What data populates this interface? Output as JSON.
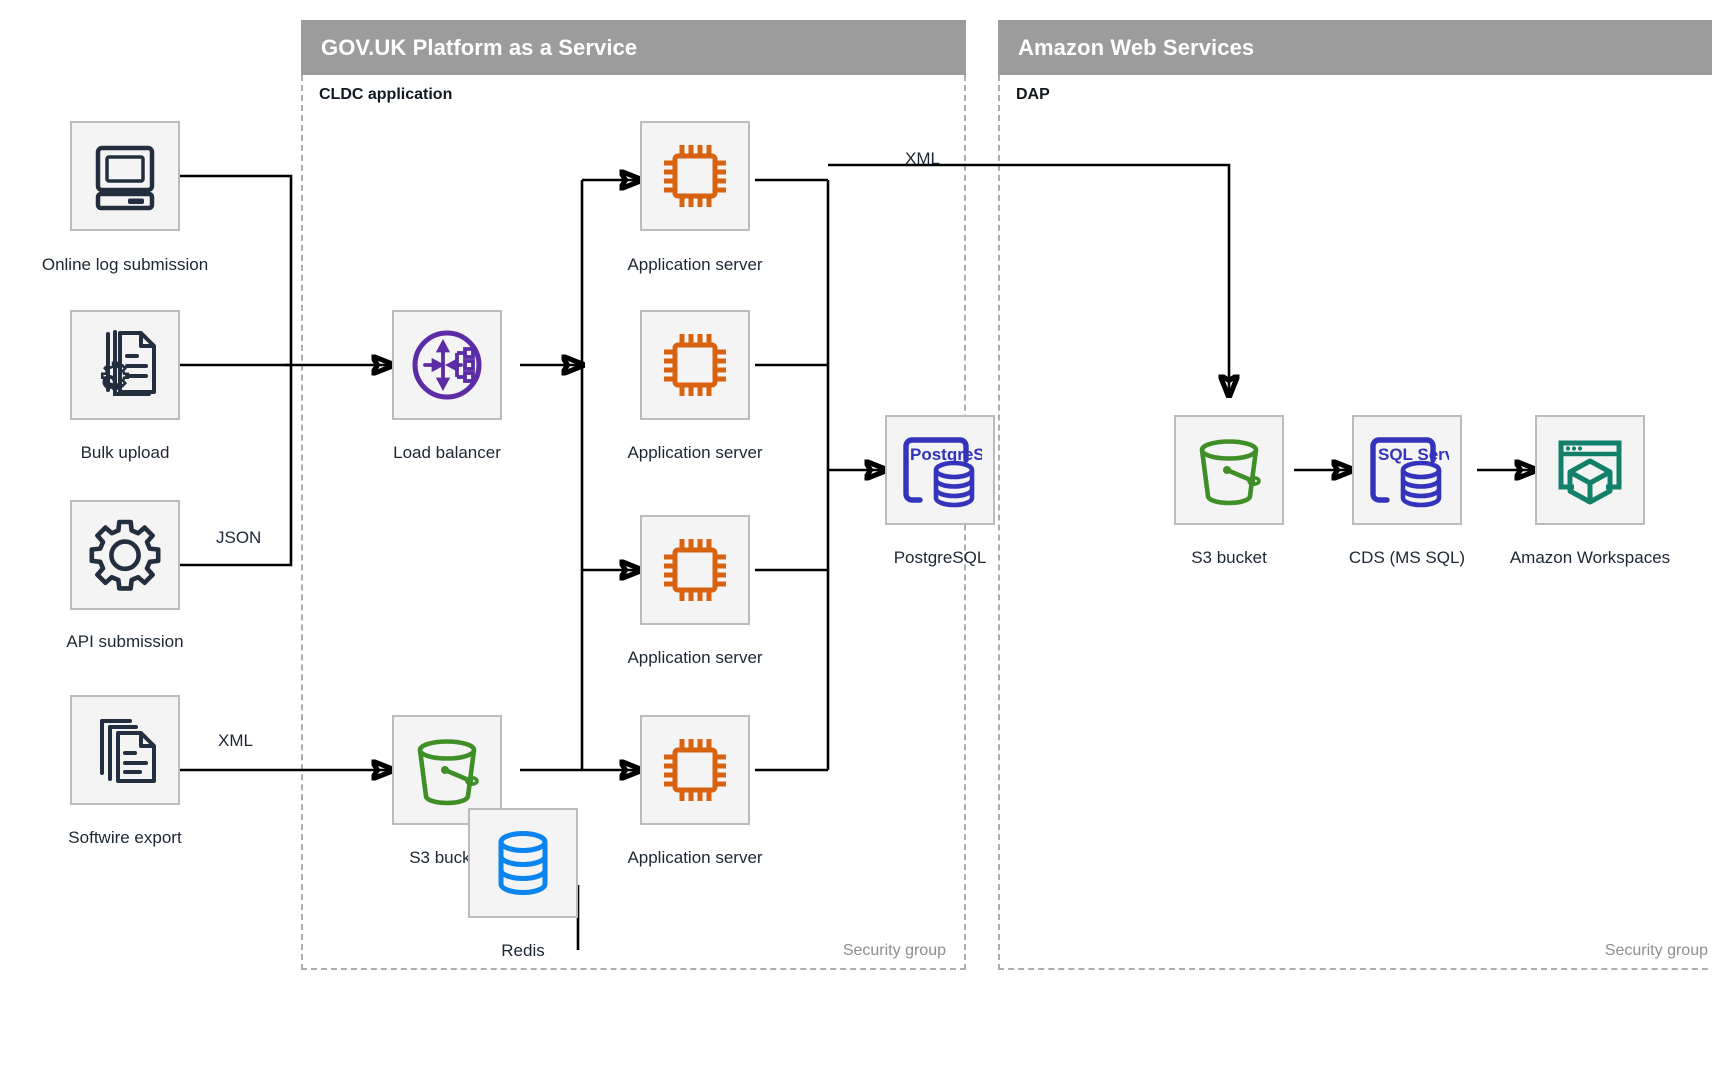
{
  "zones": [
    {
      "id": "paas",
      "title": "GOV.UK Platform as a Service",
      "sublabel": "CLDC application",
      "footnote": "Security group"
    },
    {
      "id": "aws",
      "title": "Amazon Web Services",
      "sublabel": "DAP",
      "footnote": "Security group"
    }
  ],
  "nodes": {
    "online_log_submission": {
      "label": "Online log submission",
      "icon": "desktop-computer-icon",
      "color": "#232f3e"
    },
    "bulk_upload": {
      "label": "Bulk upload",
      "icon": "document-gear-icon",
      "color": "#232f3e"
    },
    "api_submission": {
      "label": "API submission",
      "icon": "gear-icon",
      "color": "#232f3e"
    },
    "softwire_export": {
      "label": "Softwire export",
      "icon": "documents-stack-icon",
      "color": "#232f3e"
    },
    "load_balancer": {
      "label": "Load balancer",
      "icon": "load-balancer-icon",
      "color": "#5b2ca6"
    },
    "app_server_1": {
      "label": "Application server",
      "icon": "cpu-chip-icon",
      "color": "#d9620f"
    },
    "app_server_2": {
      "label": "Application server",
      "icon": "cpu-chip-icon",
      "color": "#d9620f"
    },
    "app_server_3": {
      "label": "Application server",
      "icon": "cpu-chip-icon",
      "color": "#d9620f"
    },
    "app_server_4": {
      "label": "Application server",
      "icon": "cpu-chip-icon",
      "color": "#d9620f"
    },
    "postgresql": {
      "label": "PostgreSQL",
      "icon": "postgresql-icon",
      "color": "#3333bb",
      "badge": "PostgreSQL"
    },
    "s3_bucket_paas": {
      "label": "S3 bucket",
      "icon": "s3-bucket-icon",
      "color": "#3f8f29"
    },
    "redis": {
      "label": "Redis",
      "icon": "database-cylinder-icon",
      "color": "#0a84f0"
    },
    "s3_bucket_aws": {
      "label": "S3 bucket",
      "icon": "s3-bucket-icon",
      "color": "#3f8f29"
    },
    "cds_ms_sql": {
      "label": "CDS (MS SQL)",
      "icon": "sql-server-icon",
      "color": "#3333bb",
      "badge": "SQL Server"
    },
    "amazon_workspaces": {
      "label": "Amazon Workspaces",
      "icon": "amazon-workspaces-icon",
      "color": "#13806c"
    }
  },
  "edge_labels": {
    "json": "JSON",
    "xml_softwire": "XML",
    "xml_to_aws": "XML"
  }
}
